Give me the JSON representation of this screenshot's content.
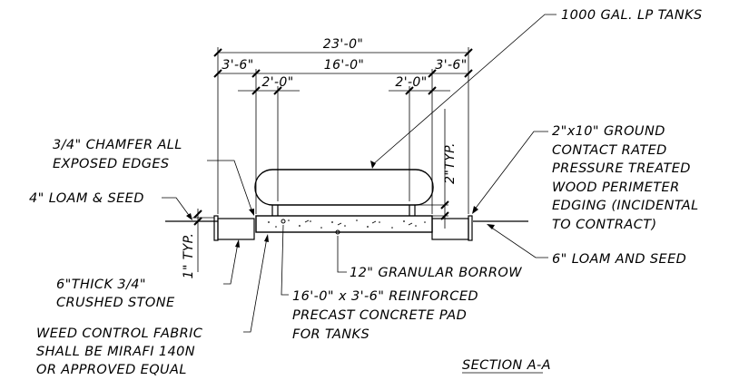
{
  "labels": {
    "tanks": "1000 GAL. LP TANKS",
    "dim_overall": "23'-0\"",
    "dim_left": "3'-6\"",
    "dim_center": "16'-0\"",
    "dim_right": "3'-6\"",
    "dim_inner_left": "2'-0\"",
    "dim_inner_right": "2'-0\"",
    "dim_typ_vertical": "2\"TYP.",
    "dim_depth_typ": "1\" TYP.",
    "chamfer": [
      "3/4\" CHAMFER ALL",
      "EXPOSED EDGES"
    ],
    "loam_left": "4\" LOAM & SEED",
    "edging": [
      "2\"x10\" GROUND",
      "CONTACT RATED",
      "PRESSURE TREATED",
      "WOOD PERIMETER",
      "EDGING (INCIDENTAL",
      "TO CONTRACT)"
    ],
    "loam_right": "6\" LOAM AND SEED",
    "granular": "12\" GRANULAR BORROW",
    "crushed_stone": [
      "6\"THICK 3/4\"",
      "CRUSHED STONE"
    ],
    "pad": [
      "16'-0\" x 3'-6\" REINFORCED",
      "PRECAST CONCRETE PAD",
      "FOR TANKS"
    ],
    "fabric": [
      "WEED CONTROL FABRIC",
      "SHALL BE MIRAFI 140N",
      "OR APPROVED EQUAL"
    ],
    "section": "SECTION A-A"
  }
}
